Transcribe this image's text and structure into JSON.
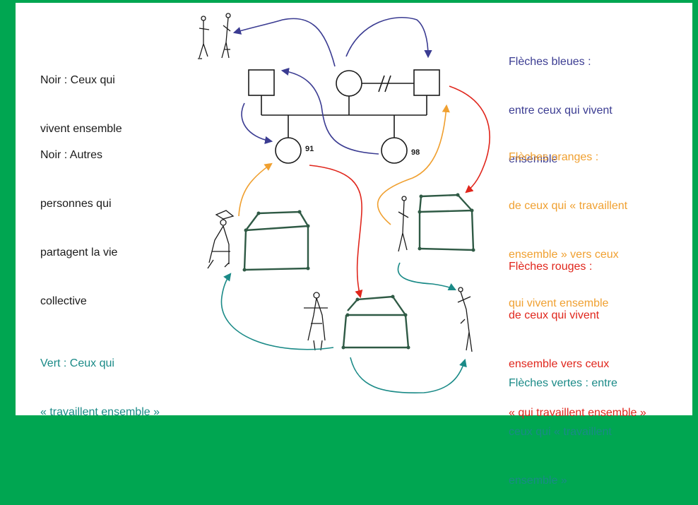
{
  "colors": {
    "frame": "#00a651",
    "black": "#1a1a1a",
    "blue": "#3b3c92",
    "orange": "#f0a030",
    "red": "#e0261c",
    "teal": "#1a8a87",
    "house": "#2f5a45"
  },
  "legend": {
    "noir_vivent": [
      "Noir : Ceux qui",
      "vivent ensemble"
    ],
    "noir_autres": [
      "Noir : Autres",
      "personnes qui",
      "partagent la vie",
      "collective"
    ],
    "vert": [
      "Vert : Ceux qui",
      "« travaillent ensemble »"
    ],
    "bleues": [
      "Flèches bleues :",
      "entre ceux qui vivent",
      "ensemble"
    ],
    "oranges": [
      "Flèches oranges :",
      "de ceux qui « travaillent",
      "ensemble » vers ceux",
      "qui vivent ensemble"
    ],
    "rouges": [
      "Flèches rouges :",
      "de ceux qui vivent",
      "ensemble vers ceux",
      "« qui travaillent ensemble »"
    ],
    "vertes": [
      "Flèches vertes : entre",
      "ceux qui « travaillent",
      "ensemble »"
    ]
  },
  "genogram": {
    "children": [
      {
        "label": "91"
      },
      {
        "label": "98"
      }
    ]
  }
}
